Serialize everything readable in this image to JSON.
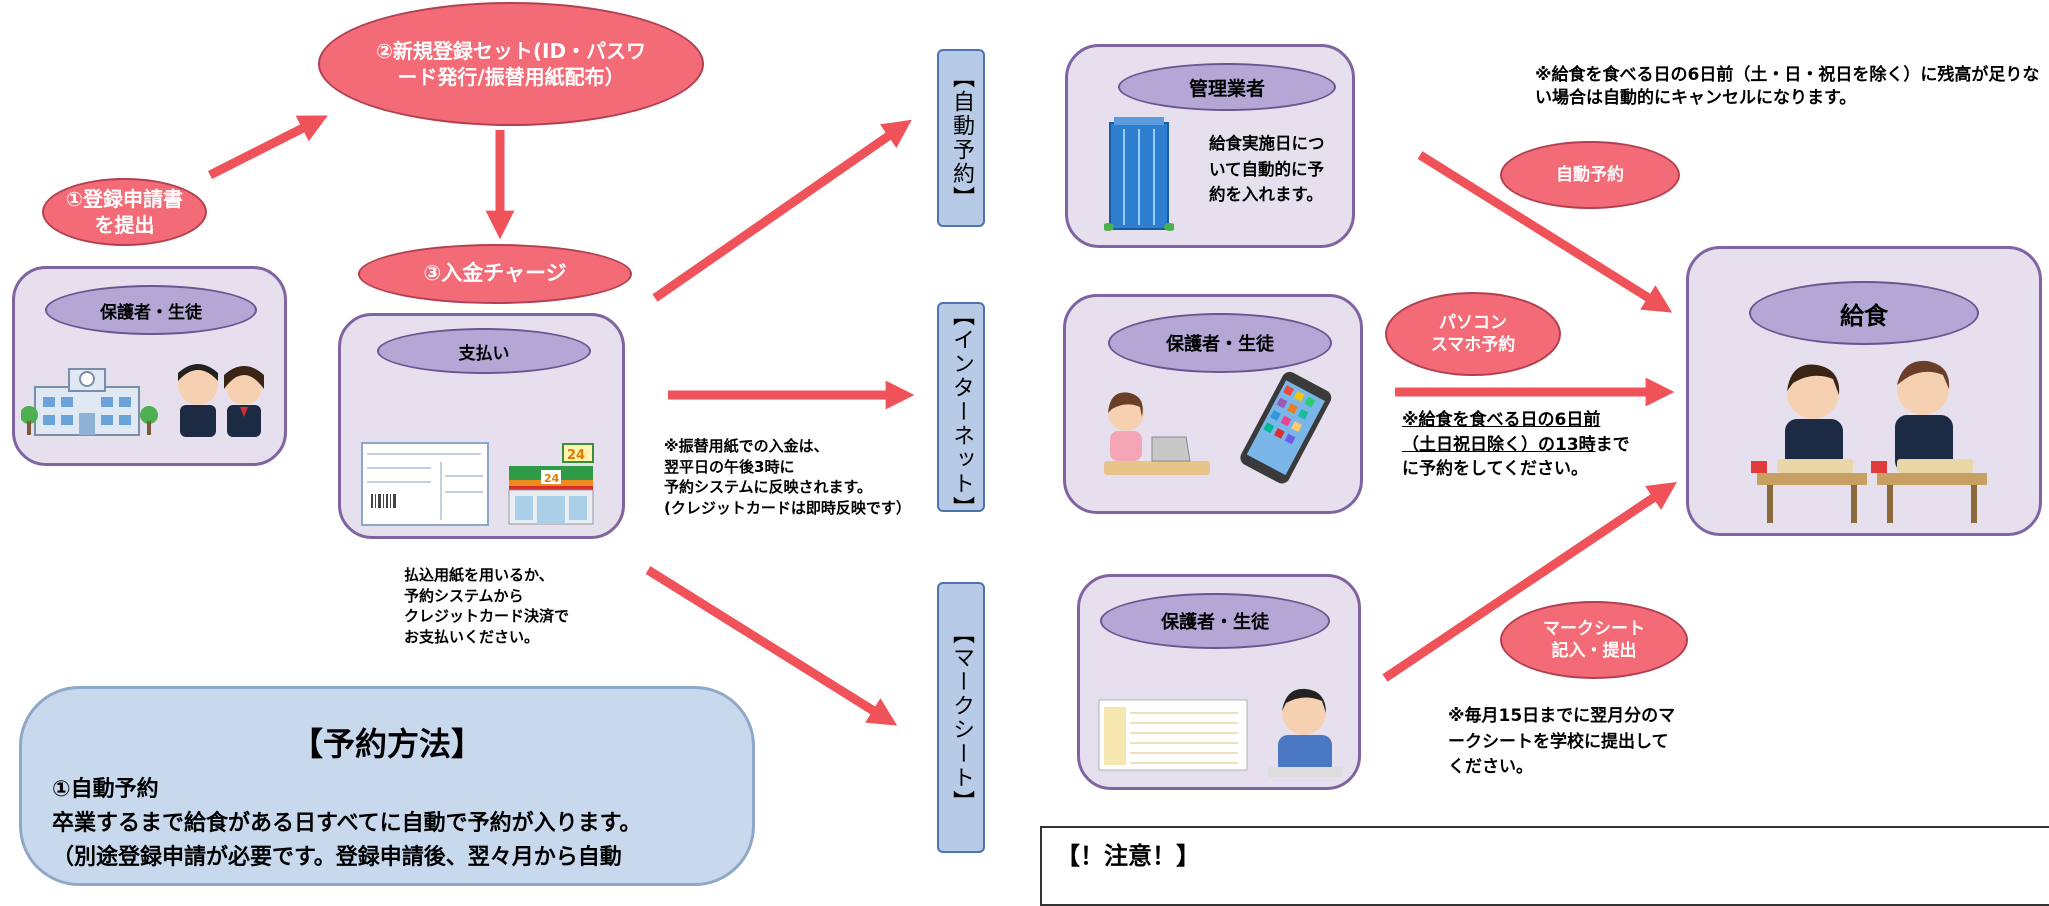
{
  "flow": {
    "step1": "①登録申請書を提出",
    "step2": "②新規登録セット(ID・パスワード発行/振替用紙配布）",
    "step3": "③入金チャージ",
    "guardian_label": "保護者・生徒",
    "payment_label": "支払い",
    "payment_note": "払込用紙を用いるか、\n予約システムから\nクレジットカード決済で\nお支払いください。",
    "transfer_note": "※振替用紙での入金は、\n翌平日の午後3時に\n予約システムに反映されます。\n(クレジットカードは即時反映です）"
  },
  "tabs": {
    "auto": "【自動予約】",
    "internet": "【インターネット】",
    "marksheet": "【マークシート】"
  },
  "auto_panel": {
    "title": "管理業者",
    "text": "給食実施日について自動的に予約を入れます。",
    "arrow_label": "自動予約",
    "top_note": "※給食を食べる日の6日前（土・日・祝日を除く）に残高が足りない場合は自動的にキャンセルになります。"
  },
  "internet_panel": {
    "title": "保護者・生徒",
    "arrow_label": "パソコン\nスマホ予約",
    "note_underlined": "※給食を食べる日の6日前（土日祝日除く）の13時",
    "note_rest": "までに予約をしてください。"
  },
  "marksheet_panel": {
    "title": "保護者・生徒",
    "arrow_label": "マークシート\n記入・提出",
    "note": "※毎月15日までに翌月分のマークシートを学校に提出してください。"
  },
  "meal": {
    "title": "給食"
  },
  "methods": {
    "title": "【予約方法】",
    "item1_head": "①自動予約",
    "item1_line1": "卒業するまで給食がある日すべてに自動で予約が入ります。",
    "item1_line2": "（別途登録申請が必要です。登録申請後、翌々月から自動"
  },
  "caution": {
    "title": "【！注意！】"
  },
  "colors": {
    "arrow": "#f0525a",
    "pink": "#f26b77",
    "panel": "#e6e0ee",
    "tab": "#b7cbe6"
  }
}
